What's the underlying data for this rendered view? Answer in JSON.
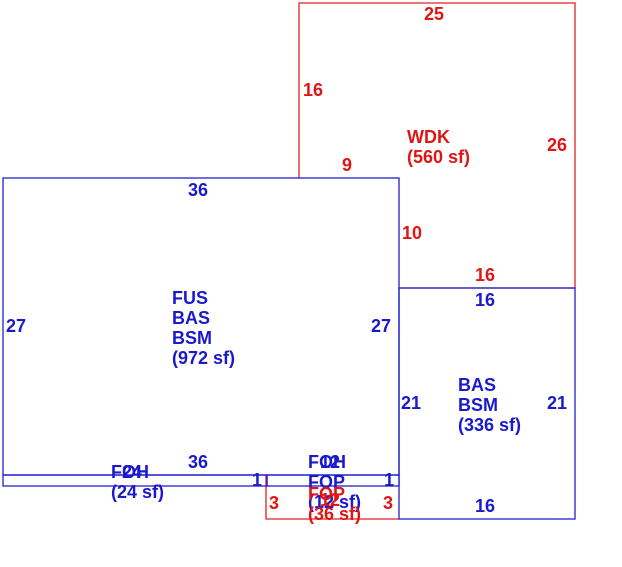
{
  "colors": {
    "blue": "#1a1acc",
    "red": "#e01515"
  },
  "areas": {
    "wdk": {
      "lines": [
        "WDK",
        "(560 sf)"
      ]
    },
    "main": {
      "lines": [
        "FUS",
        "BAS",
        "BSM",
        "(972 sf)"
      ]
    },
    "addition": {
      "lines": [
        "BAS",
        "BSM",
        "(336 sf)"
      ]
    },
    "foh_left": {
      "lines": [
        "FOH",
        "(24 sf)"
      ]
    },
    "foh_right": {
      "lines": [
        "FOH",
        "(12 sf)"
      ]
    },
    "fop_upper": {
      "lines": [
        "FOP"
      ]
    },
    "fop_lower": {
      "lines": [
        "FOP",
        "(36 sf)"
      ]
    }
  },
  "dimensions": {
    "wdk_top": "25",
    "wdk_left": "16",
    "wdk_right": "26",
    "wdk_step": "9",
    "wdk_inner_vertical": "10",
    "wdk_bottom": "16",
    "main_top": "36",
    "main_left": "27",
    "main_right": "27",
    "main_bottom": "36",
    "add_top": "16",
    "add_left": "21",
    "add_right": "21",
    "add_bottom": "16",
    "foh_left_overlap": "24",
    "foh_left_end": "1",
    "foh_right_overlap": "12",
    "foh_right_end": "1",
    "fop_left": "3",
    "fop_mid": "12",
    "fop_right": "3"
  }
}
